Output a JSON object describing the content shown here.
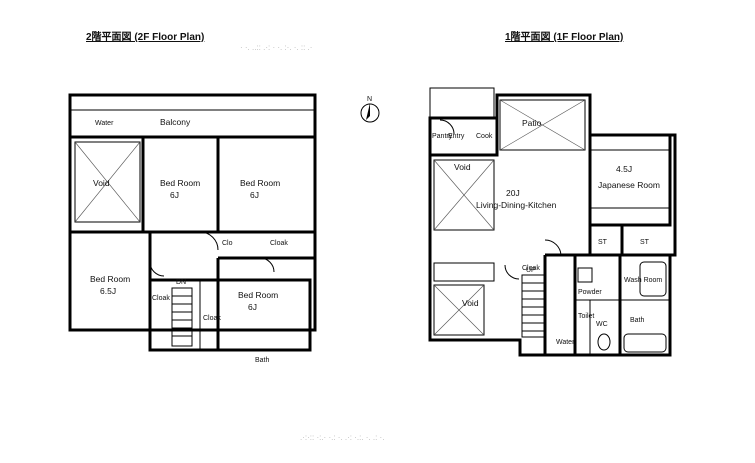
{
  "floor2": {
    "title": "2階平面図 (2F Floor Plan)",
    "rooms": {
      "balcony": "Balcony",
      "water": "Water",
      "void": "Void",
      "bed_a_name": "Bed Room",
      "bed_a_size": "6J",
      "bed_b_name": "Bed Room",
      "bed_b_size": "6J",
      "bed_c_name": "Bed Room",
      "bed_c_size": "6.5J",
      "bed_d_name": "Bed Room",
      "bed_d_size": "6J",
      "clo1": "Clo",
      "clo2": "Cloak",
      "clo3": "Cloak",
      "clo4": "Cloak",
      "up": "DN",
      "bath": "Bath"
    }
  },
  "floor1": {
    "title": "1階平面図 (1F Floor Plan)",
    "rooms": {
      "patio": "Patio",
      "entry": "Entry",
      "cook": "Cook",
      "pantry": "Pantry",
      "void_top": "Void",
      "ldk_name": "Living-Dining-Kitchen",
      "ldk_size": "20J",
      "japanese_name": "Japanese Room",
      "japanese_size": "4.5J",
      "st1": "ST",
      "st2": "ST",
      "cloak": "Cloak",
      "powder": "Powder",
      "laundry": "Wash Room",
      "void_bottom": "Void",
      "bath": "Bath",
      "wc": "WC",
      "toilet": "Toilet",
      "water": "Water",
      "up": "UP"
    }
  },
  "north": "N"
}
